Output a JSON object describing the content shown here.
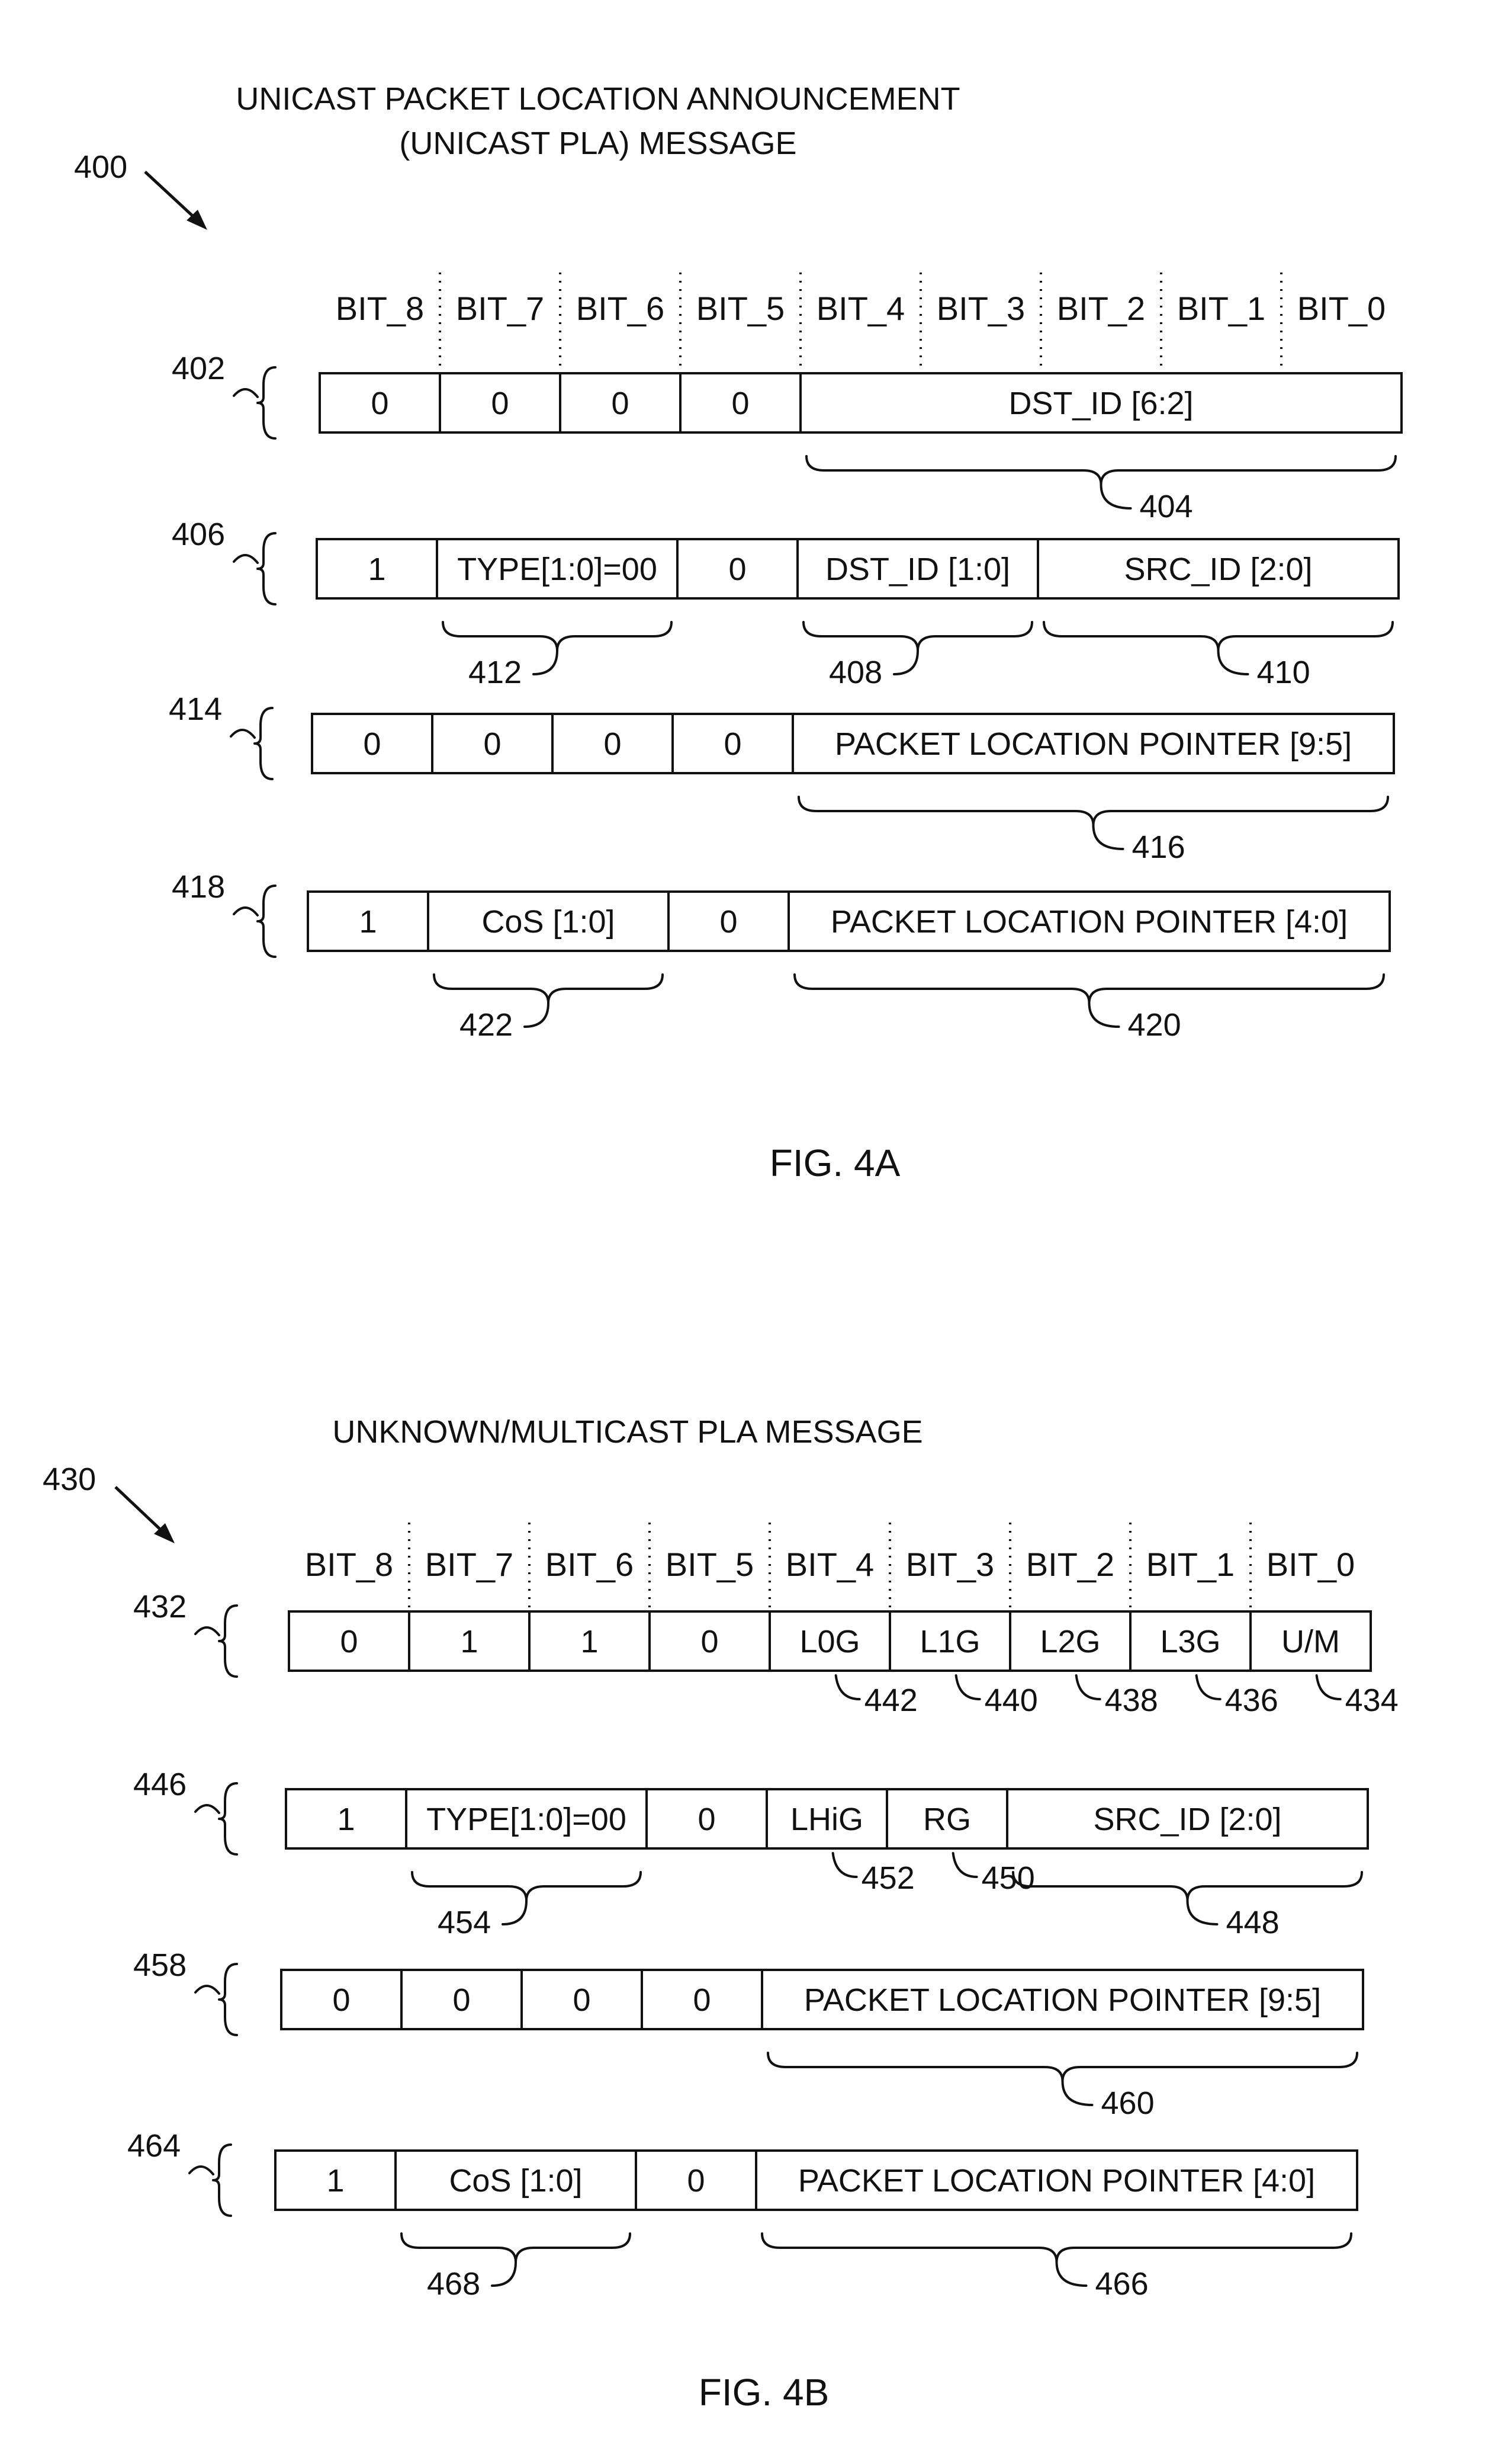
{
  "figures": [
    {
      "title_lines": [
        "UNICAST PACKET LOCATION ANNOUNCEMENT",
        "(UNICAST  PLA) MESSAGE"
      ],
      "ref": "400",
      "caption": "FIG. 4A",
      "bits": [
        "BIT_8",
        "BIT_7",
        "BIT_6",
        "BIT_5",
        "BIT_4",
        "BIT_3",
        "BIT_2",
        "BIT_1",
        "BIT_0"
      ],
      "rows": [
        {
          "ref": "402",
          "cells": [
            {
              "text": "0",
              "span": 1
            },
            {
              "text": "0",
              "span": 1
            },
            {
              "text": "0",
              "span": 1
            },
            {
              "text": "0",
              "span": 1
            },
            {
              "text": "DST_ID [6:2]",
              "span": 5
            }
          ],
          "braces": [
            {
              "from": 4,
              "to": 9,
              "ref": "404"
            }
          ],
          "tick_refs": []
        },
        {
          "ref": "406",
          "cells": [
            {
              "text": "1",
              "span": 1
            },
            {
              "text": "TYPE[1:0]=00",
              "span": 2
            },
            {
              "text": "0",
              "span": 1
            },
            {
              "text": "DST_ID [1:0]",
              "span": 2
            },
            {
              "text": "SRC_ID [2:0]",
              "span": 3
            }
          ],
          "braces": [
            {
              "from": 1,
              "to": 3,
              "ref": "412"
            },
            {
              "from": 4,
              "to": 6,
              "ref": "408"
            },
            {
              "from": 6,
              "to": 9,
              "ref": "410"
            }
          ],
          "tick_refs": []
        },
        {
          "ref": "414",
          "cells": [
            {
              "text": "0",
              "span": 1
            },
            {
              "text": "0",
              "span": 1
            },
            {
              "text": "0",
              "span": 1
            },
            {
              "text": "0",
              "span": 1
            },
            {
              "text": "PACKET LOCATION POINTER [9:5]",
              "span": 5
            }
          ],
          "braces": [
            {
              "from": 4,
              "to": 9,
              "ref": "416"
            }
          ],
          "tick_refs": []
        },
        {
          "ref": "418",
          "cells": [
            {
              "text": "1",
              "span": 1
            },
            {
              "text": "CoS [1:0]",
              "span": 2
            },
            {
              "text": "0",
              "span": 1
            },
            {
              "text": "PACKET LOCATION POINTER [4:0]",
              "span": 5
            }
          ],
          "braces": [
            {
              "from": 1,
              "to": 3,
              "ref": "422"
            },
            {
              "from": 4,
              "to": 9,
              "ref": "420"
            }
          ],
          "tick_refs": []
        }
      ]
    },
    {
      "title_lines": [
        "UNKNOWN/MULTICAST PLA MESSAGE"
      ],
      "ref": "430",
      "caption": "FIG. 4B",
      "bits": [
        "BIT_8",
        "BIT_7",
        "BIT_6",
        "BIT_5",
        "BIT_4",
        "BIT_3",
        "BIT_2",
        "BIT_1",
        "BIT_0"
      ],
      "rows": [
        {
          "ref": "432",
          "cells": [
            {
              "text": "0",
              "span": 1
            },
            {
              "text": "1",
              "span": 1
            },
            {
              "text": "1",
              "span": 1
            },
            {
              "text": "0",
              "span": 1
            },
            {
              "text": "L0G",
              "span": 1
            },
            {
              "text": "L1G",
              "span": 1
            },
            {
              "text": "L2G",
              "span": 1
            },
            {
              "text": "L3G",
              "span": 1
            },
            {
              "text": "U/M",
              "span": 1
            }
          ],
          "braces": [],
          "tick_refs": [
            {
              "col": 4,
              "ref": "442"
            },
            {
              "col": 5,
              "ref": "440"
            },
            {
              "col": 6,
              "ref": "438"
            },
            {
              "col": 7,
              "ref": "436"
            },
            {
              "col": 8,
              "ref": "434"
            }
          ]
        },
        {
          "ref": "446",
          "cells": [
            {
              "text": "1",
              "span": 1
            },
            {
              "text": "TYPE[1:0]=00",
              "span": 2
            },
            {
              "text": "0",
              "span": 1
            },
            {
              "text": "LHiG",
              "span": 1
            },
            {
              "text": "RG",
              "span": 1
            },
            {
              "text": "SRC_ID [2:0]",
              "span": 3
            }
          ],
          "braces": [
            {
              "from": 1,
              "to": 3,
              "ref": "454"
            },
            {
              "from": 6,
              "to": 9,
              "ref": "448"
            }
          ],
          "tick_refs": [
            {
              "col": 4,
              "ref": "452"
            },
            {
              "col": 5,
              "ref": "450"
            }
          ]
        },
        {
          "ref": "458",
          "cells": [
            {
              "text": "0",
              "span": 1
            },
            {
              "text": "0",
              "span": 1
            },
            {
              "text": "0",
              "span": 1
            },
            {
              "text": "0",
              "span": 1
            },
            {
              "text": "PACKET LOCATION POINTER [9:5]",
              "span": 5
            }
          ],
          "braces": [
            {
              "from": 4,
              "to": 9,
              "ref": "460"
            }
          ],
          "tick_refs": []
        },
        {
          "ref": "464",
          "cells": [
            {
              "text": "1",
              "span": 1
            },
            {
              "text": "CoS [1:0]",
              "span": 2
            },
            {
              "text": "0",
              "span": 1
            },
            {
              "text": "PACKET LOCATION POINTER [4:0]",
              "span": 5
            }
          ],
          "braces": [
            {
              "from": 1,
              "to": 3,
              "ref": "468"
            },
            {
              "from": 4,
              "to": 9,
              "ref": "466"
            }
          ],
          "tick_refs": []
        }
      ]
    }
  ]
}
